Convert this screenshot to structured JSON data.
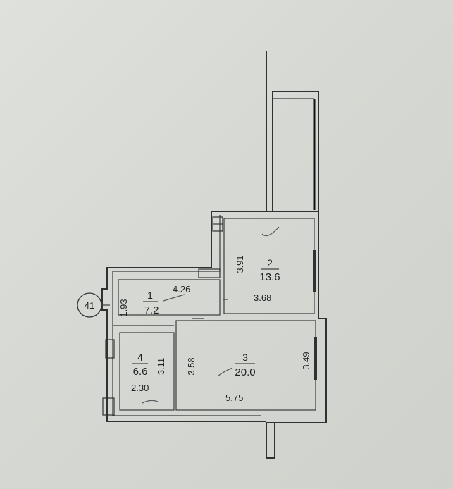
{
  "plan": {
    "apartment_number": "41",
    "rooms": [
      {
        "number": "1",
        "area": "7.2",
        "width": "4.26",
        "depth": "1.93"
      },
      {
        "number": "2",
        "area": "13.6",
        "width": "3.68",
        "depth": "3.91"
      },
      {
        "number": "3",
        "area": "20.0",
        "width": "5.75",
        "depth_left": "3.58",
        "depth_right": "3.49"
      },
      {
        "number": "4",
        "area": "6.6",
        "width": "2.30",
        "depth": "3.11"
      }
    ]
  },
  "colors": {
    "paper": "#d9dbd6",
    "ink": "#2f3133"
  }
}
